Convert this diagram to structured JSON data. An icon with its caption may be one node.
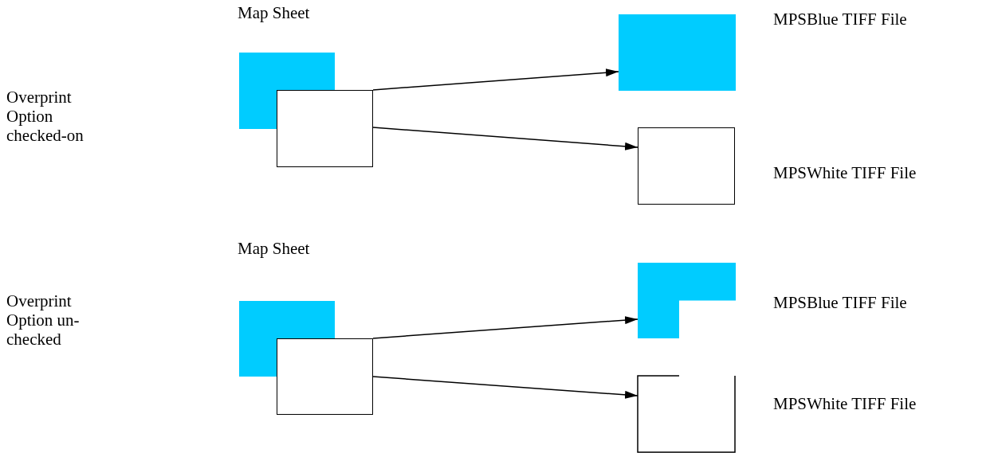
{
  "diagram": {
    "nodes": [
      {
        "text": [],
        "shape": "box"
      },
      {
        "text": [],
        "shape": "box"
      },
      {
        "text": [],
        "shape": "box",
        "beside": [
          "MPSBlue TIFF File"
        ]
      },
      {
        "text": [],
        "shape": "box",
        "beside": [
          "MPSWhite TIFF File"
        ]
      },
      {
        "text": [],
        "shape": "box"
      },
      {
        "text": [],
        "shape": "box"
      },
      {
        "text": [],
        "shape": "box",
        "beside": [
          "MPSBlue TIFF File"
        ]
      },
      {
        "text": [],
        "shape": "box",
        "beside": [
          "MPSWhite TIFF File"
        ]
      }
    ],
    "edges": [
      {
        "from": 1,
        "to": 2,
        "arrow": "to"
      },
      {
        "from": 1,
        "to": 3,
        "arrow": "to"
      },
      {
        "from": 5,
        "to": 6,
        "arrow": "to"
      },
      {
        "from": 5,
        "to": 7,
        "arrow": "to"
      }
    ],
    "labels": [
      "Map Sheet",
      "Overprint Option checked-on",
      "Map Sheet",
      "Overprint Option un-checked"
    ]
  }
}
